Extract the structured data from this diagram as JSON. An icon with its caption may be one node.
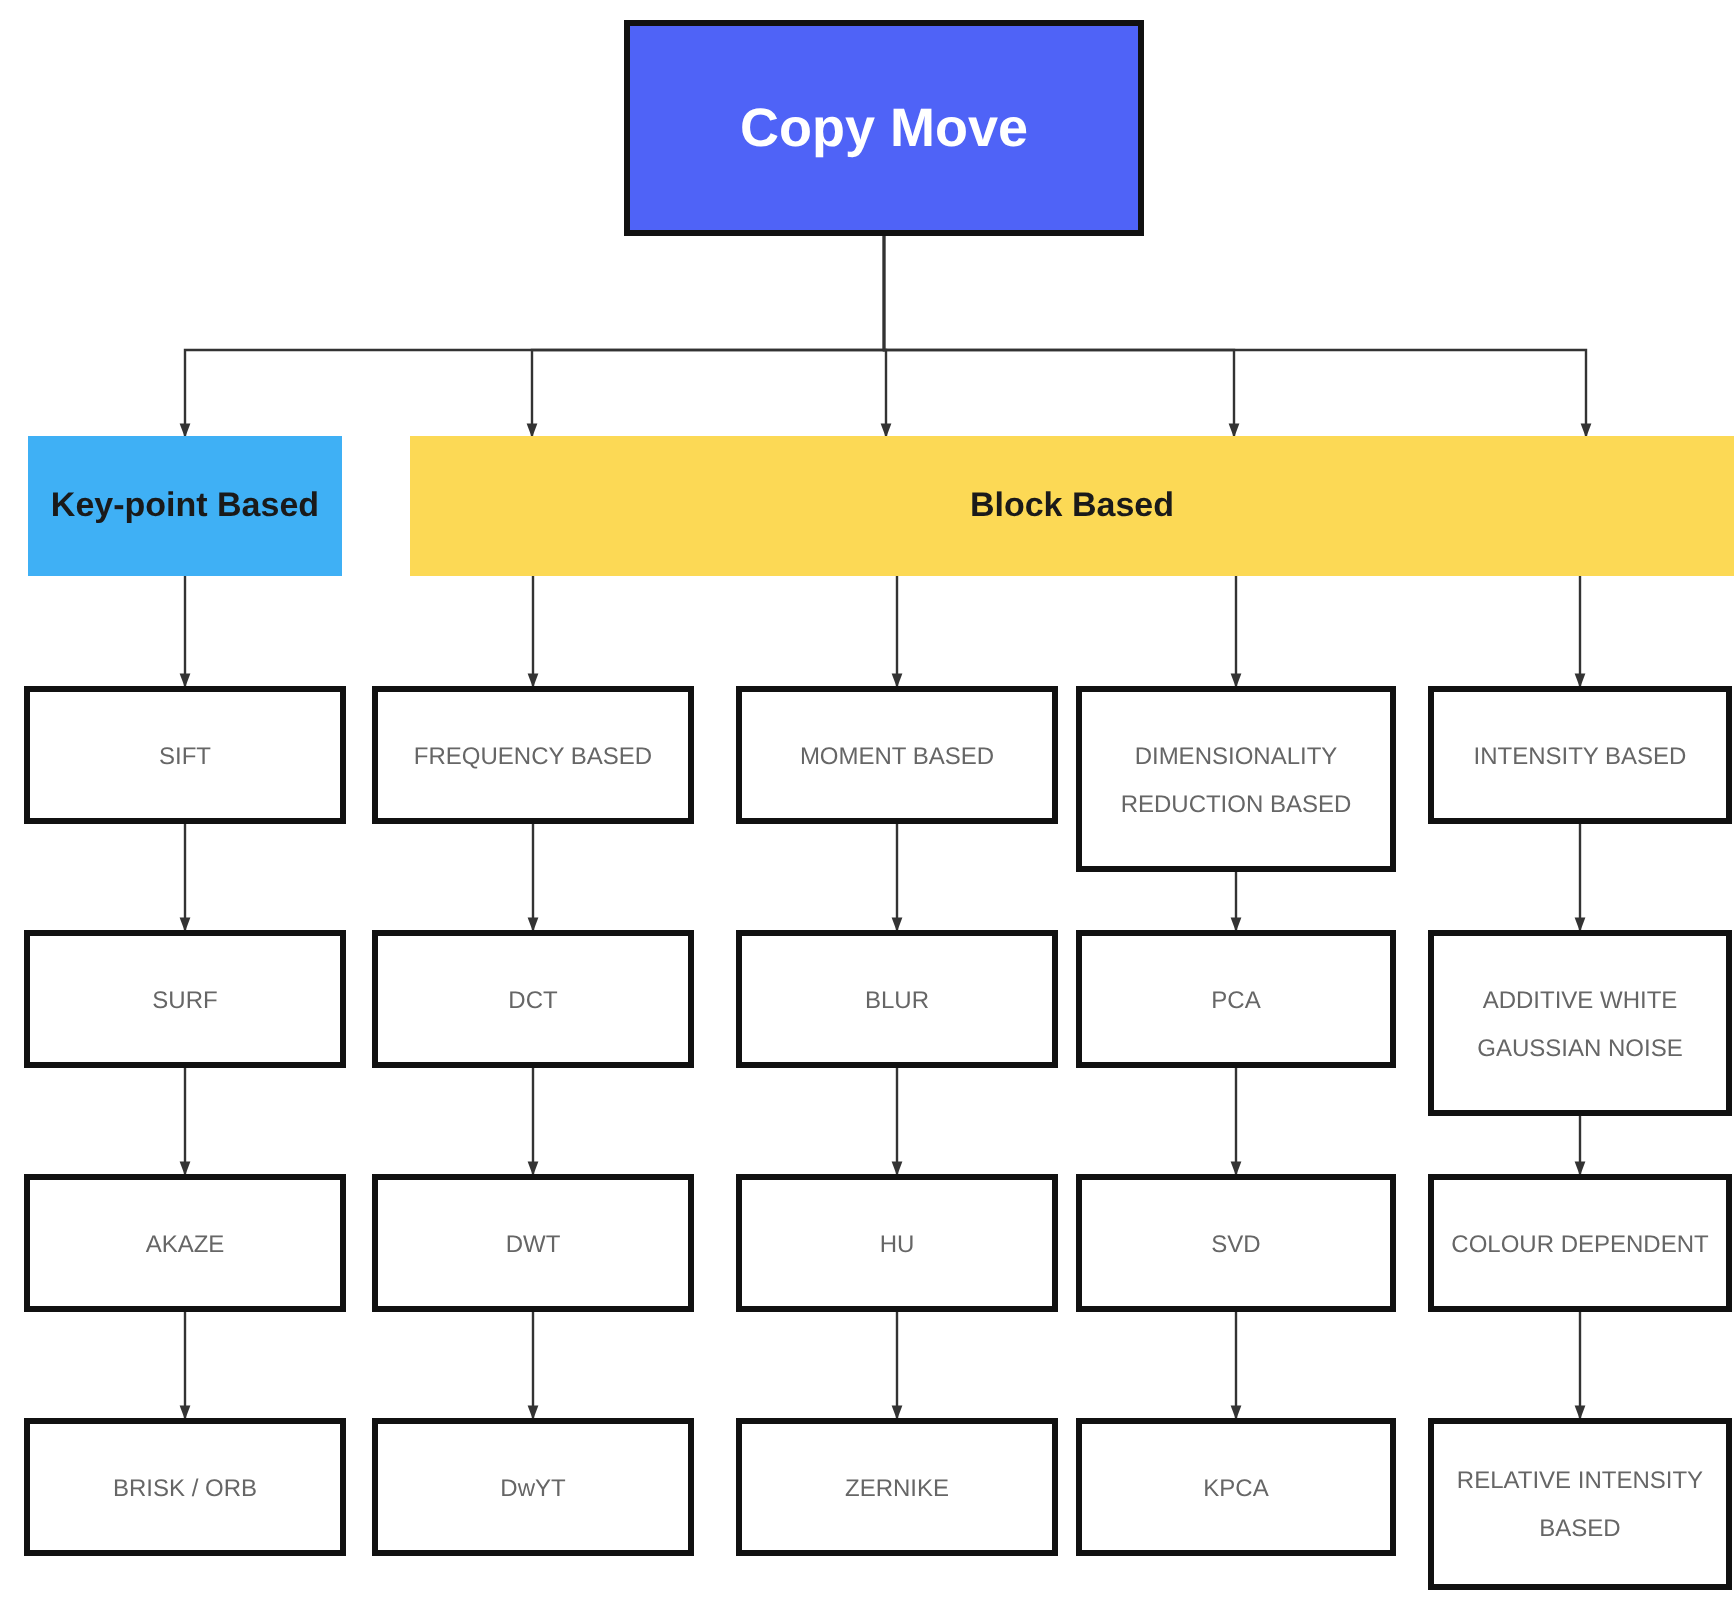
{
  "diagram": {
    "nodes": [
      {
        "text": [
          "Copy Move"
        ]
      },
      {
        "text": [
          "Key-point Based"
        ]
      },
      {
        "text": [
          "Block Based"
        ]
      },
      {
        "text": [
          "SIFT"
        ]
      },
      {
        "text": [
          "SURF"
        ]
      },
      {
        "text": [
          "AKAZE"
        ]
      },
      {
        "text": [
          "BRISK / ORB"
        ]
      },
      {
        "text": [
          "FREQUENCY BASED"
        ]
      },
      {
        "text": [
          "DCT"
        ]
      },
      {
        "text": [
          "DWT"
        ]
      },
      {
        "text": [
          "DwYT"
        ]
      },
      {
        "text": [
          "MOMENT BASED"
        ]
      },
      {
        "text": [
          "BLUR"
        ]
      },
      {
        "text": [
          "HU"
        ]
      },
      {
        "text": [
          "ZERNIKE"
        ]
      },
      {
        "text": [
          "DIMENSIONALITY REDUCTION BASED"
        ]
      },
      {
        "text": [
          "PCA"
        ]
      },
      {
        "text": [
          "SVD"
        ]
      },
      {
        "text": [
          "KPCA"
        ]
      },
      {
        "text": [
          "INTENSITY BASED"
        ]
      },
      {
        "text": [
          "ADDITIVE WHITE GAUSSIAN NOISE"
        ]
      },
      {
        "text": [
          "COLOUR DEPENDENT"
        ]
      },
      {
        "text": [
          "RELATIVE INTENSITY BASED"
        ]
      }
    ],
    "edges": [
      {
        "from": 0,
        "to": 1,
        "arrow": "to"
      },
      {
        "from": 0,
        "to": 2,
        "arrow": "to"
      },
      {
        "from": 0,
        "to": 2,
        "arrow": "to"
      },
      {
        "from": 0,
        "to": 2,
        "arrow": "to"
      },
      {
        "from": 0,
        "to": 2,
        "arrow": "to"
      },
      {
        "from": 1,
        "to": 3,
        "arrow": "to"
      },
      {
        "from": 3,
        "to": 4,
        "arrow": "to"
      },
      {
        "from": 4,
        "to": 5,
        "arrow": "to"
      },
      {
        "from": 5,
        "to": 6,
        "arrow": "to"
      },
      {
        "from": 2,
        "to": 7,
        "arrow": "to"
      },
      {
        "from": 7,
        "to": 8,
        "arrow": "to"
      },
      {
        "from": 8,
        "to": 9,
        "arrow": "to"
      },
      {
        "from": 9,
        "to": 10,
        "arrow": "to"
      },
      {
        "from": 2,
        "to": 11,
        "arrow": "to"
      },
      {
        "from": 11,
        "to": 12,
        "arrow": "to"
      },
      {
        "from": 12,
        "to": 13,
        "arrow": "to"
      },
      {
        "from": 13,
        "to": 14,
        "arrow": "to"
      },
      {
        "from": 2,
        "to": 15,
        "arrow": "to"
      },
      {
        "from": 15,
        "to": 16,
        "arrow": "to"
      },
      {
        "from": 16,
        "to": 17,
        "arrow": "to"
      },
      {
        "from": 17,
        "to": 18,
        "arrow": "to"
      },
      {
        "from": 2,
        "to": 19,
        "arrow": "to"
      },
      {
        "from": 19,
        "to": 20,
        "arrow": "to"
      },
      {
        "from": 20,
        "to": 21,
        "arrow": "to"
      },
      {
        "from": 21,
        "to": 22,
        "arrow": "to"
      }
    ]
  }
}
